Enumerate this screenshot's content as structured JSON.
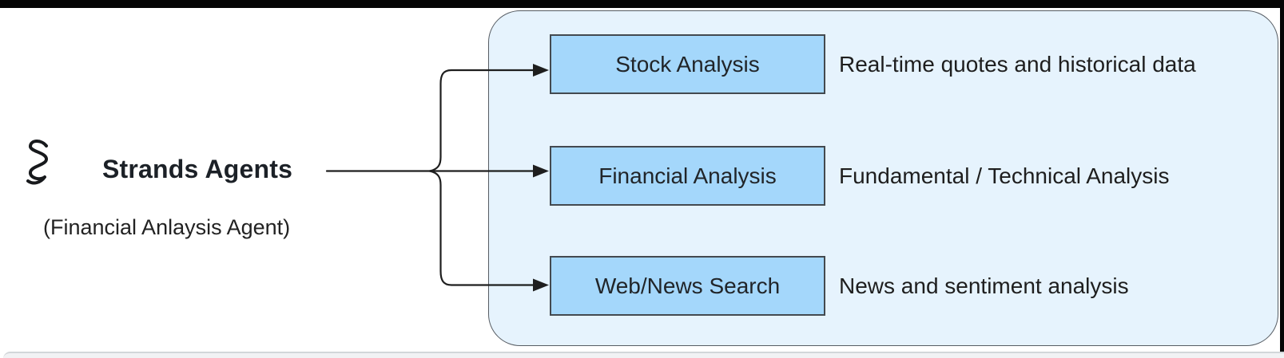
{
  "diagram": {
    "agent": {
      "icon": "strands-helix-icon",
      "title": "Strands Agents",
      "subtitle": "(Financial Anlaysis Agent)"
    },
    "tools": [
      {
        "label": "Stock Analysis",
        "description": "Real-time quotes and historical data"
      },
      {
        "label": "Financial Analysis",
        "description": "Fundamental / Technical Analysis"
      },
      {
        "label": "Web/News Search",
        "description": "News and sentiment analysis"
      }
    ],
    "colors": {
      "tool_box_fill": "#a4d7fb",
      "tool_box_border": "#43494f",
      "container_fill": "#e6f3fd",
      "container_border": "#565c63",
      "text": "#1e1e1e",
      "connector": "#1e1e1e",
      "top_bar": "#050505",
      "bottom_strip": "#f1f2f4"
    }
  }
}
